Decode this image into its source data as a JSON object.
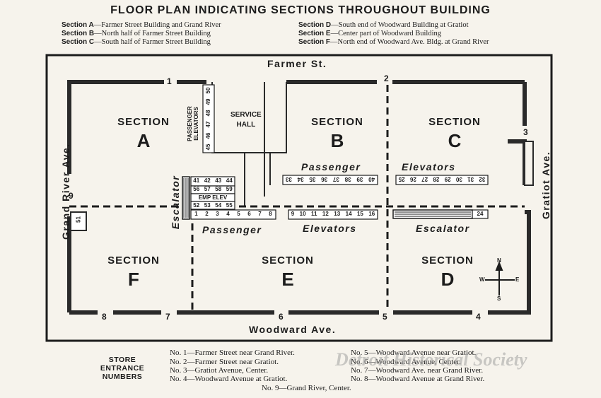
{
  "title": "FLOOR PLAN INDICATING SECTIONS THROUGHOUT BUILDING",
  "legend": [
    {
      "key": "Section A",
      "desc": "—Farmer Street Building and Grand River"
    },
    {
      "key": "Section B",
      "desc": "—North half of Farmer Street Building"
    },
    {
      "key": "Section C",
      "desc": "—South half of Farmer Street Building"
    },
    {
      "key": "Section D",
      "desc": "—South end of Woodward Building at Gratiot"
    },
    {
      "key": "Section E",
      "desc": "—Center part of Woodward Building"
    },
    {
      "key": "Section F",
      "desc": "—North end of Woodward Ave. Bldg. at Grand River"
    }
  ],
  "streets": {
    "top": "Farmer St.",
    "bottom": "Woodward Ave.",
    "left": "Grand River Ave.",
    "right": "Gratiot Ave."
  },
  "sections": [
    {
      "word": "SECTION",
      "letter": "A"
    },
    {
      "word": "SECTION",
      "letter": "B"
    },
    {
      "word": "SECTION",
      "letter": "C"
    },
    {
      "word": "SECTION",
      "letter": "F"
    },
    {
      "word": "SECTION",
      "letter": "E"
    },
    {
      "word": "SECTION",
      "letter": "D"
    }
  ],
  "service_hall": [
    "SERVICE",
    "HALL"
  ],
  "passenger_elevators_vertical": "PASSENGER ELEVATORS",
  "labels": {
    "passenger_top": "Passenger",
    "elevators_top": "Elevators",
    "passenger_bottom": "Passenger",
    "elevators_bottom": "Elevators",
    "escalator_left": "Escalator",
    "escalator_right": "Escalator",
    "emp_elev": "EMP ELEV"
  },
  "elevator_rows": {
    "column_45_50": [
      "45",
      "46",
      "47",
      "48",
      "49",
      "50"
    ],
    "row_41_44": [
      "41",
      "42",
      "43",
      "44"
    ],
    "row_56_59": [
      "56",
      "57",
      "58",
      "59"
    ],
    "row_52_55": [
      "52",
      "53",
      "54",
      "55"
    ],
    "row_1_8": [
      "1",
      "2",
      "3",
      "4",
      "5",
      "6",
      "7",
      "8"
    ],
    "row_9_16": [
      "9",
      "10",
      "11",
      "12",
      "13",
      "14",
      "15",
      "16"
    ],
    "row_33_40": [
      "33",
      "34",
      "35",
      "36",
      "37",
      "38",
      "39",
      "40"
    ],
    "row_25_32": [
      "25",
      "26",
      "27",
      "28",
      "29",
      "30",
      "31",
      "32"
    ],
    "single_24": "24",
    "single_51": "51"
  },
  "entrance_markers": [
    "1",
    "2",
    "3",
    "4",
    "5",
    "6",
    "7",
    "8",
    "9"
  ],
  "compass": {
    "n": "N",
    "s": "S",
    "e": "E",
    "w": "W"
  },
  "store_entrance_header": [
    "STORE",
    "ENTRANCE",
    "NUMBERS"
  ],
  "store_entrances": [
    "No. 1—Farmer Street near Grand River.",
    "No. 2—Farmer Street near Gratiot.",
    "No. 3—Gratiot Avenue, Center.",
    "No. 4—Woodward Avenue at Gratiot.",
    "No. 5—Woodward Avenue near Gratiot.",
    "No. 6—Woodward Avenue, Center.",
    "No. 7—Woodward Ave. near Grand River.",
    "No. 8—Woodward Avenue at Grand River.",
    "No. 9—Grand River, Center."
  ],
  "watermark": "Detroit Historical Society"
}
